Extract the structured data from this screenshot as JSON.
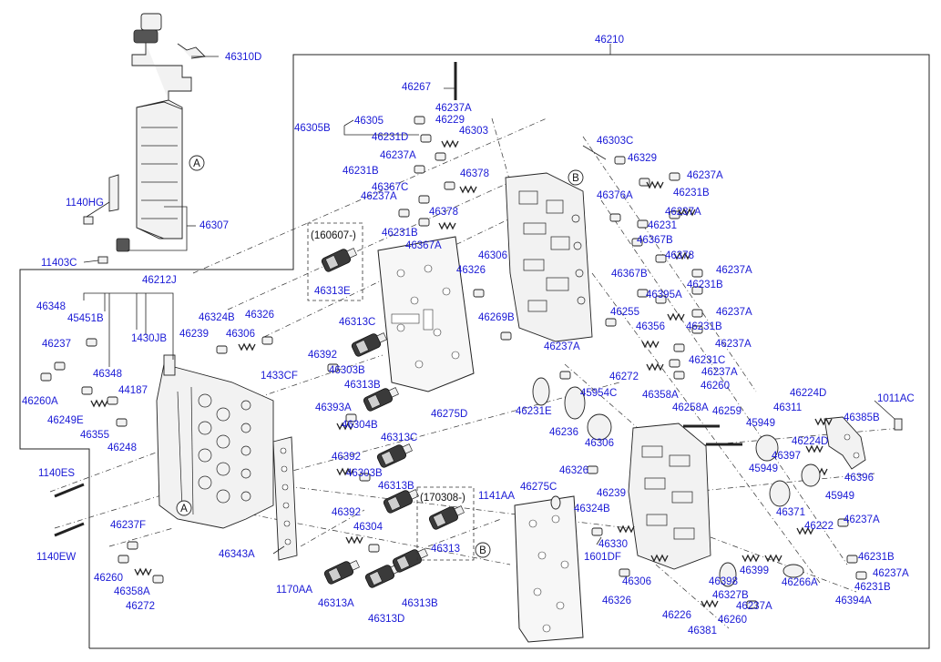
{
  "diagram": {
    "labels": [
      "46210",
      "46310D",
      "46307",
      "1140HG",
      "11403C",
      "46212J",
      "46267",
      "46237A",
      "46305",
      "46229",
      "46305B",
      "46231D",
      "46303",
      "46237A",
      "46231B",
      "46378",
      "46367C",
      "46237A",
      "46378",
      "46231B",
      "46367A",
      "46306",
      "46326",
      "46269B",
      "46303C",
      "46329",
      "46237A",
      "46231B",
      "46376A",
      "46237A",
      "46231",
      "46367B",
      "46378",
      "46367B",
      "46237A",
      "46231B",
      "46395A",
      "46255",
      "46237A",
      "46356",
      "46231B",
      "46237A",
      "46231C",
      "46272",
      "46237A",
      "46358A",
      "46260",
      "46237A",
      "46231E",
      "45954C",
      "46236",
      "46306",
      "46326",
      "46258A",
      "46259",
      "46311",
      "46224D",
      "1011AC",
      "45949",
      "46385B",
      "46397",
      "46224D",
      "45949",
      "46396",
      "45949",
      "46371",
      "46222",
      "46237A",
      "46231B",
      "46266A",
      "46237A",
      "46394A",
      "46231B",
      "46399",
      "46398",
      "46327B",
      "46226",
      "46237A",
      "46381",
      "46260",
      "46306",
      "46326",
      "46330",
      "1601DF",
      "46324B",
      "46239",
      "1141AA",
      "46275C",
      "46313",
      "46313C",
      "46392",
      "46303B",
      "46313B",
      "46393A",
      "46304B",
      "46313C",
      "46392",
      "46303B",
      "46313B",
      "46392",
      "46304",
      "46313A",
      "46313D",
      "46313B",
      "1170AA",
      "46343A",
      "46275D",
      "46313E",
      "46348",
      "45451B",
      "46237",
      "46260A",
      "46249E",
      "46348",
      "44187",
      "46355",
      "46248",
      "1430JB",
      "46239",
      "46324B",
      "46306",
      "46326",
      "1433CF",
      "1140ES",
      "1140EW",
      "46237F",
      "46260",
      "46358A",
      "46272"
    ],
    "notes": [
      "(160607-)",
      "(170308-)"
    ],
    "callouts": [
      "A",
      "B",
      "A",
      "B"
    ]
  }
}
